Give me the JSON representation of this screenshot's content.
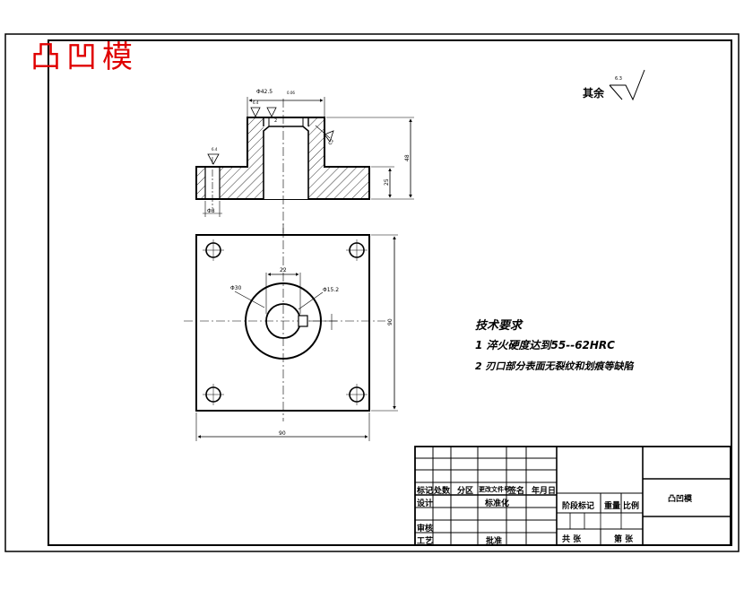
{
  "title_watermark": "凸凹模",
  "surface": {
    "label": "其余",
    "roughness": "6.3"
  },
  "dimensions": {
    "top_width": "Φ42.5",
    "top_tol": "0.06",
    "rough_top": "6.4",
    "rough_left": "6.4",
    "chamfer": "2",
    "angle": "C2",
    "height_total": "48",
    "height_flange": "25",
    "bore": "Φ8",
    "outer_dia": "Φ30",
    "inner_dia": "Φ15.2",
    "key_w": "22",
    "side": "90",
    "bottom": "90"
  },
  "tech_req": {
    "heading": "技术要求",
    "line1": "1 淬火硬度达到55--62HRC",
    "line2": "2 刃口部分表面无裂纹和划痕等缺陷"
  },
  "title_block": {
    "rev_mark": "标记",
    "count": "处数",
    "zone": "分区",
    "doc_no": "更改文件号",
    "sign": "签名",
    "date": "年月日",
    "design": "设计",
    "standard": "标准化",
    "stage_mark": "阶段标记",
    "weight": "重量",
    "scale": "比例",
    "check": "审核",
    "process": "工艺",
    "approve": "批准",
    "sheets_total": "共 张",
    "sheet_no": "第 张",
    "drawing_name": "凸凹模"
  }
}
